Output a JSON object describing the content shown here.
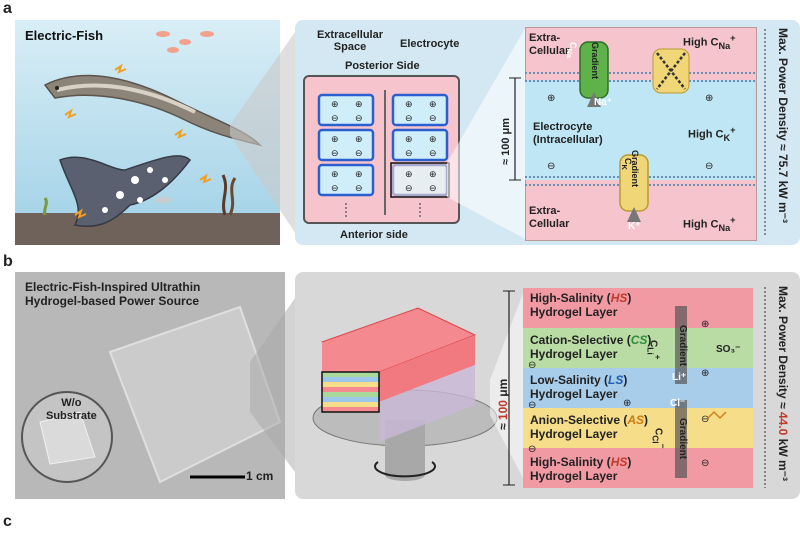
{
  "panels": {
    "a": "a",
    "b": "b",
    "c": "c"
  },
  "panel_a": {
    "scene_title": "Electric-Fish",
    "cell_labels": {
      "extracellular_space": "Extracellular Space",
      "electrocyte": "Electrocyte",
      "posterior_side": "Posterior Side",
      "anterior_side": "Anterior side"
    },
    "membrane": {
      "extracellular_top": [
        "Extra-",
        "Cellular"
      ],
      "extracellular_bottom": [
        "Extra-",
        "Cellular"
      ],
      "electrocyte": [
        "Electrocyte",
        "(Intracellular)"
      ],
      "gradient": "Gradient",
      "na_ion": "Na⁺",
      "k_ion": "K⁺",
      "c_na": "C",
      "c_k": "C",
      "thickness": "≈ 100 μm",
      "high_na_top": "High C",
      "high_k": "High C",
      "high_na_bottom": "High C",
      "sub_na": "Na",
      "sub_k": "K"
    },
    "power_density": "Max. Power Density ≈ 75.7 kW m⁻³"
  },
  "panel_b": {
    "photo_title": [
      "Electric-Fish-Inspired Ultrathin",
      "Hydrogel-based Power Source"
    ],
    "substrate_label": [
      "W/o",
      "Substrate"
    ],
    "scale_bar": "1 cm",
    "thickness_prefix": "≈ ",
    "thickness_value": "100",
    "thickness_unit": " μm",
    "layers": [
      {
        "name": "High-Salinity",
        "abbr": "HS",
        "line2": "Hydrogel Layer"
      },
      {
        "name": "Cation-Selective",
        "abbr": "CS",
        "line2": "Hydrogel Layer"
      },
      {
        "name": "Low-Salinity",
        "abbr": "LS",
        "line2": "Hydrogel Layer"
      },
      {
        "name": "Anion-Selective",
        "abbr": "AS",
        "line2": "Hydrogel Layer"
      },
      {
        "name": "High-Salinity",
        "abbr": "HS",
        "line2": "Hydrogel Layer"
      }
    ],
    "ions": {
      "li": "Li⁺",
      "cl": "Cl⁻",
      "so3": "SO₃⁻",
      "c_li": "C",
      "c_cl": "C",
      "gradient": "Gradient"
    },
    "power_density_prefix": "Max. Power Density ≈ ",
    "power_density_value": "44.0",
    "power_density_unit": " kW m⁻³"
  },
  "colors": {
    "pink": "#f6c4cc",
    "blue_panel": "#d3e8f3",
    "cyan_cell": "#bfe6f4",
    "cs_green": "#b9dca5",
    "ls_blue": "#a8cdeb",
    "as_yellow": "#f5dd8a",
    "hs_red": "#f19aa4",
    "accent_red": "#d73a3a"
  }
}
